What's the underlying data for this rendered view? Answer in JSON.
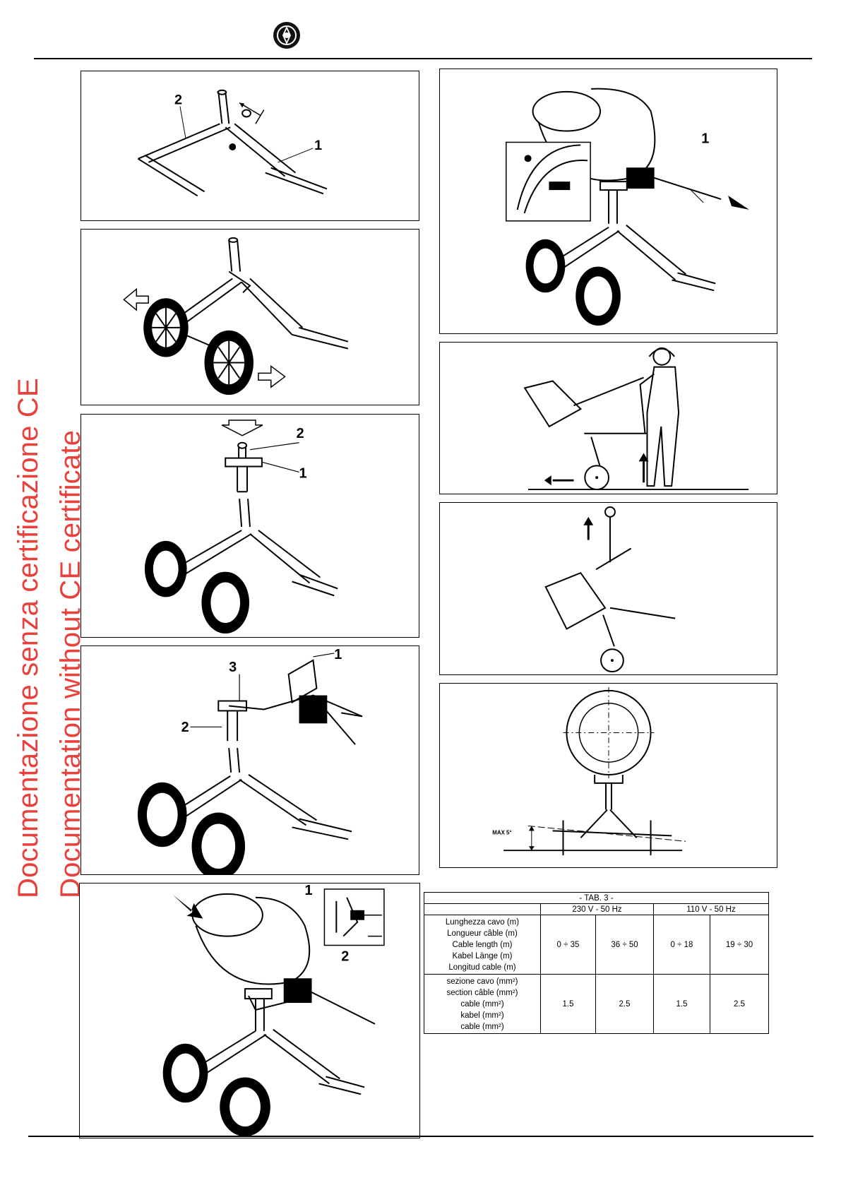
{
  "watermark": {
    "line1": "Documentazione senza certificazione CE",
    "line2": "Documentation without CE certificate"
  },
  "panels": {
    "fig1": {
      "callouts": [
        "2",
        "1"
      ]
    },
    "fig3": {
      "callouts": [
        "2",
        "1"
      ]
    },
    "fig4": {
      "callouts": [
        "3",
        "1",
        "2"
      ]
    },
    "fig5": {
      "callouts": [
        "1",
        "2"
      ]
    },
    "fig6": {
      "callouts": [
        "1"
      ]
    },
    "fig9": {
      "label": "MAX 5°"
    }
  },
  "table": {
    "title": "- TAB. 3 -",
    "voltage_headers": [
      "230 V - 50 Hz",
      "110 V - 50 Hz"
    ],
    "row1_labels": [
      "Lunghezza cavo (m)",
      "Longueur câble (m)",
      "Cable length (m)",
      "Kabel Länge (m)",
      "Longitud cable (m)"
    ],
    "row1_values": [
      "0 ÷ 35",
      "36 ÷ 50",
      "0 ÷ 18",
      "19 ÷ 30"
    ],
    "row2_labels": [
      "sezione cavo (mm²)",
      "section câble (mm²)",
      "cable (mm²)",
      "kabel (mm²)",
      "cable (mm²)"
    ],
    "row2_values": [
      "1.5",
      "2.5",
      "1.5",
      "2.5"
    ]
  },
  "icons": [
    "brand-logo-icon",
    "arrow-icon",
    "wheel-icon",
    "worker-icon",
    "lifting-ring-icon"
  ]
}
